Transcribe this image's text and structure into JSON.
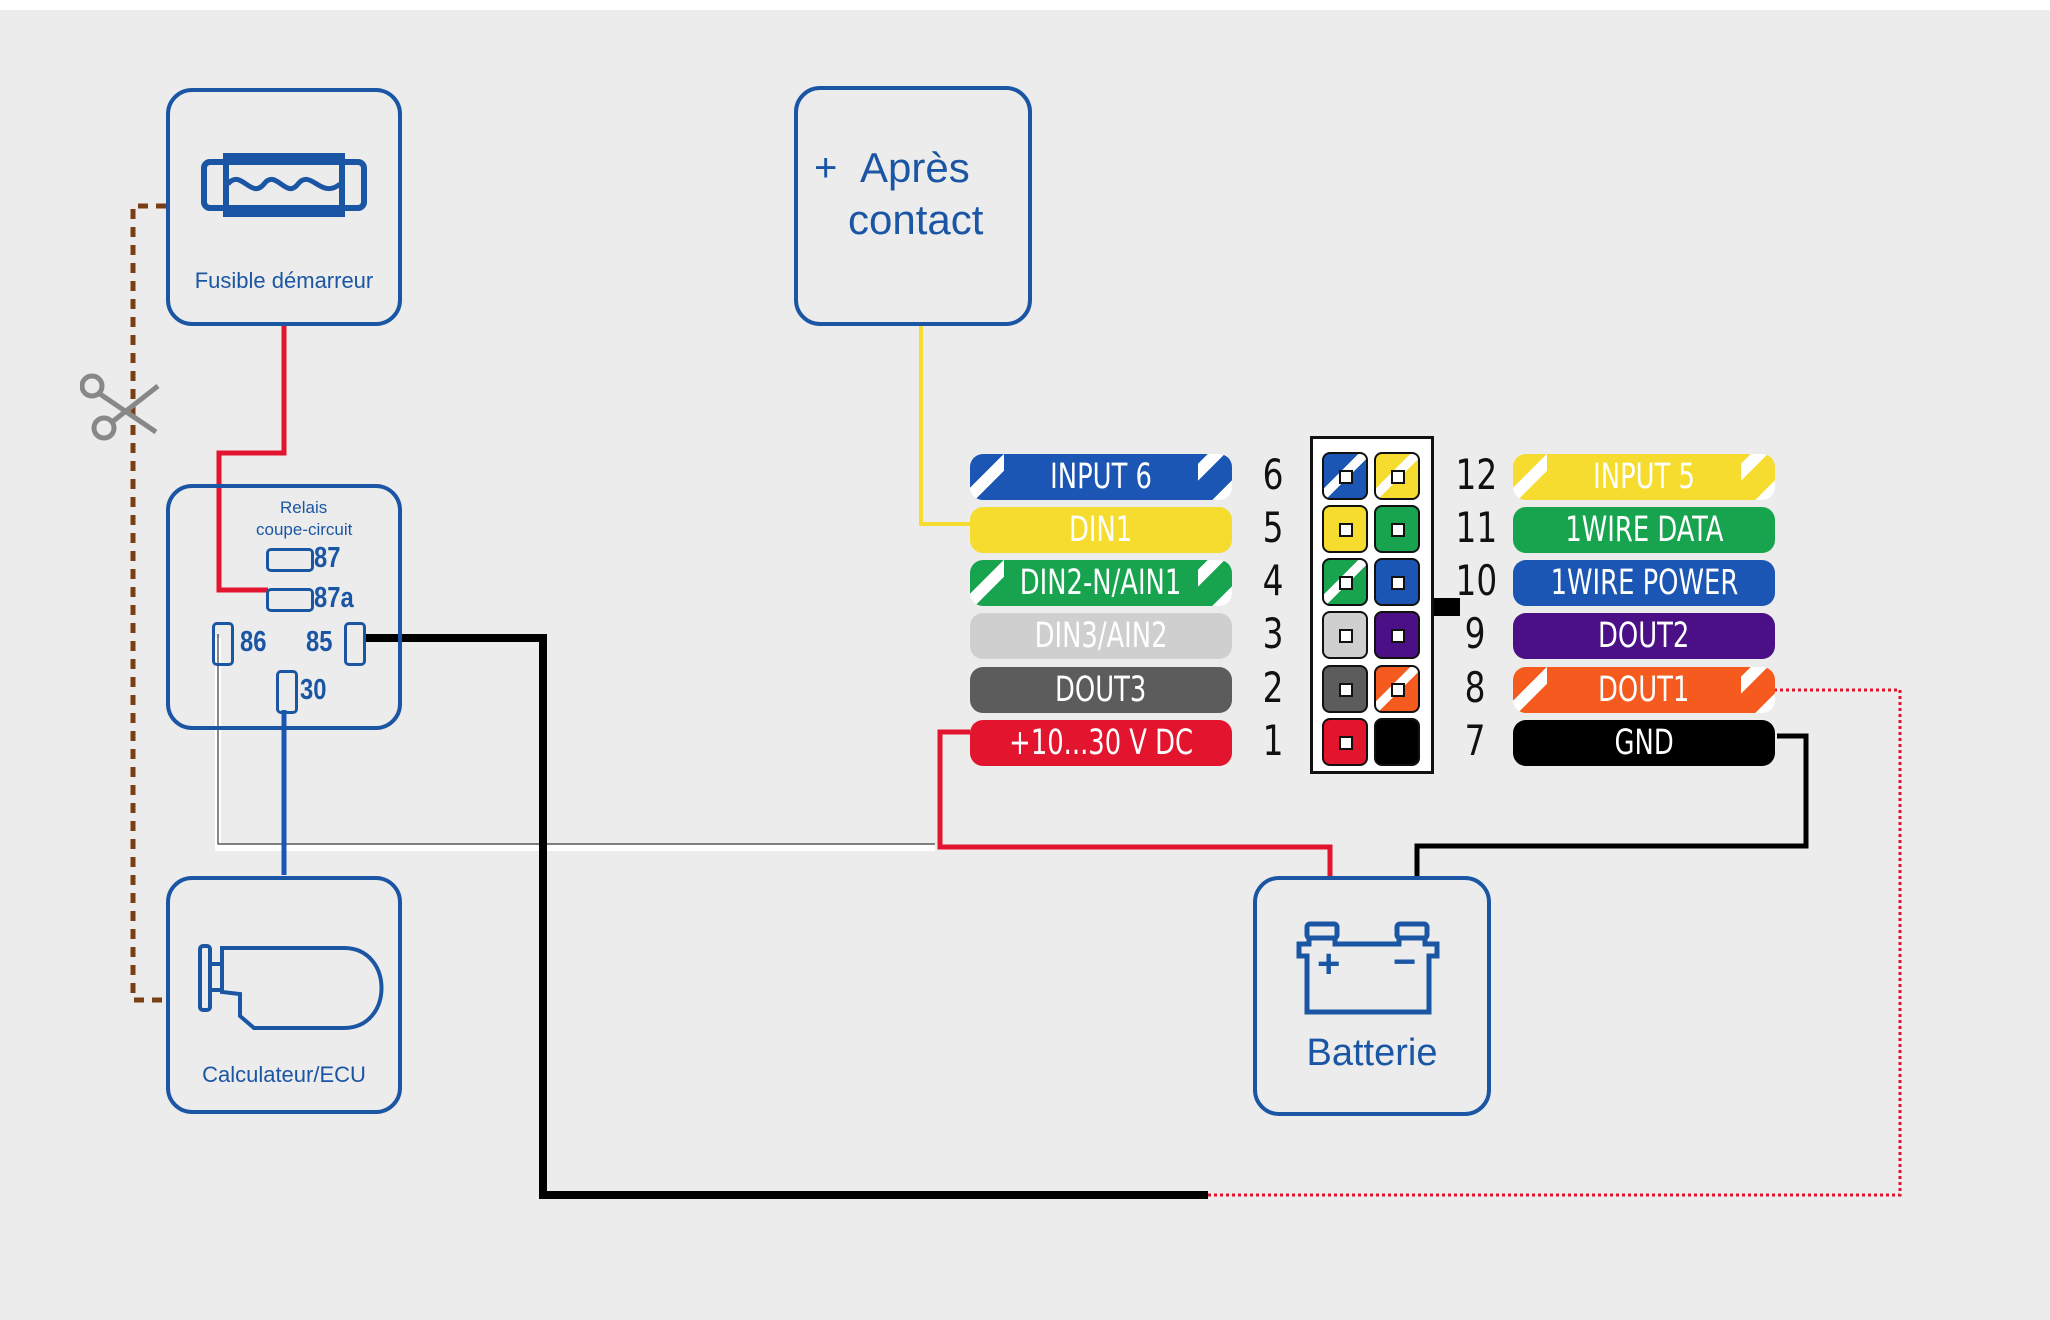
{
  "fuse_box": {
    "label": "Fusible démarreur",
    "icon": "fuse-icon"
  },
  "ignition_box": {
    "plus": "+",
    "line1": "Après",
    "line2": "contact"
  },
  "relay_box": {
    "title_line1": "Relais",
    "title_line2": "coupe-circuit",
    "pins": {
      "p87": "87",
      "p87a": "87a",
      "p86": "86",
      "p85": "85",
      "p30": "30"
    }
  },
  "ecu_box": {
    "label": "Calculateur/ECU",
    "icon": "engine-icon"
  },
  "battery_box": {
    "label": "Batterie",
    "plus": "+",
    "minus": "−",
    "icon": "battery-icon"
  },
  "scissors_icon": "scissors-icon",
  "connector": {
    "left_pins": [
      {
        "num": "6",
        "label": "INPUT 6",
        "color": "#1b56b5",
        "striped": true
      },
      {
        "num": "5",
        "label": "DIN1",
        "color": "#f6dc2e",
        "striped": false
      },
      {
        "num": "4",
        "label": "DIN2-N/AIN1",
        "color": "#18a44f",
        "striped": true
      },
      {
        "num": "3",
        "label": "DIN3/AIN2",
        "color": "#cfcfcf",
        "striped": false
      },
      {
        "num": "2",
        "label": "DOUT3",
        "color": "#5c5c5c",
        "striped": false
      },
      {
        "num": "1",
        "label": "+10...30 V DC",
        "color": "#e3142d",
        "striped": false
      }
    ],
    "right_pins": [
      {
        "num": "12",
        "label": "INPUT 5",
        "color": "#f6dc2e",
        "striped": true
      },
      {
        "num": "11",
        "label": "1WIRE DATA",
        "color": "#18a44f",
        "striped": false
      },
      {
        "num": "10",
        "label": "1WIRE POWER",
        "color": "#1b56b5",
        "striped": false
      },
      {
        "num": "9",
        "label": "DOUT2",
        "color": "#4b0f86",
        "striped": false
      },
      {
        "num": "8",
        "label": "DOUT1",
        "color": "#f55a1e",
        "striped": true
      },
      {
        "num": "7",
        "label": "GND",
        "color": "#000000",
        "striped": false
      }
    ]
  },
  "colors": {
    "accent": "#1b56a4",
    "background": "#ececec",
    "wire_red": "#e3142d",
    "wire_yellow": "#f6dc2e",
    "wire_blue": "#1b56b5",
    "wire_brown": "#7a3e14"
  }
}
